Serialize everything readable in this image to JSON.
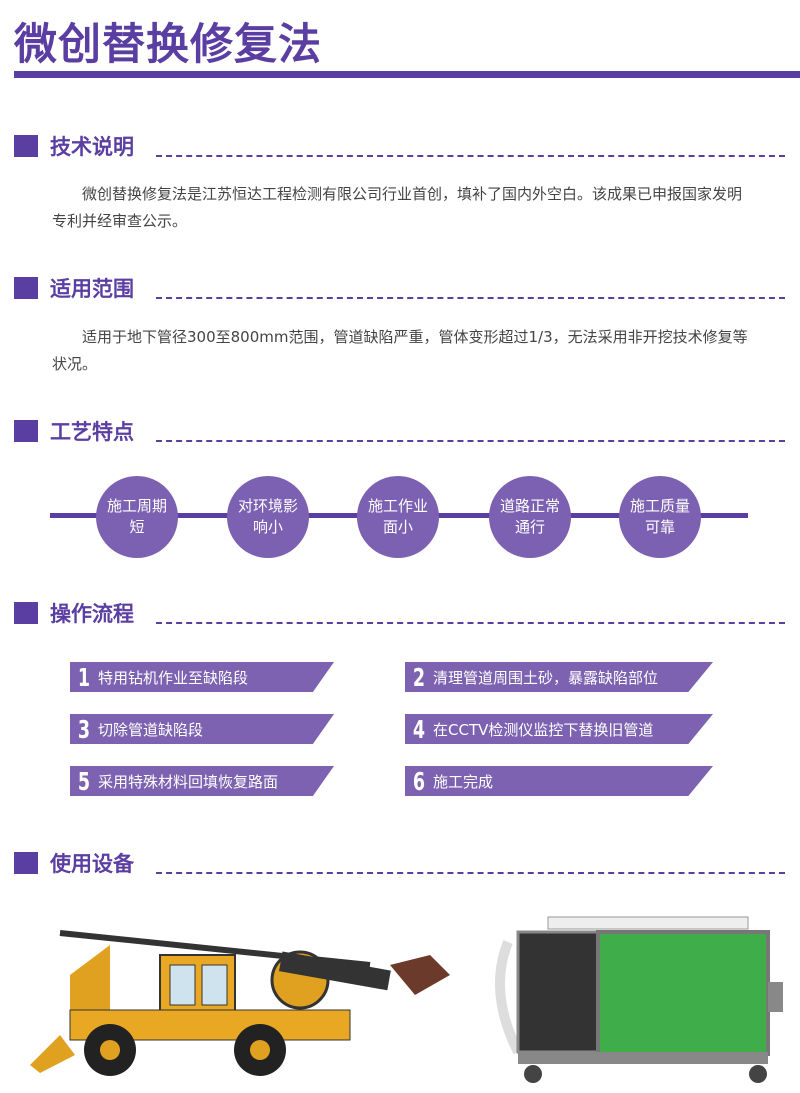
{
  "title": "微创替换修复法",
  "colors": {
    "accent": "#5b3ea2",
    "bar": "#7c62b0"
  },
  "sections": [
    {
      "heading": "技术说明",
      "text": "微创替换修复法是江苏恒达工程检测有限公司行业首创，填补了国内外空白。该成果已申报国家发明专利并经审查公示。"
    },
    {
      "heading": "适用范围",
      "text": "适用于地下管径300至800mm范围，管道缺陷严重，管体变形超过1/3，无法采用非开挖技术修复等状况。"
    },
    {
      "heading": "工艺特点",
      "features": [
        "施工周期短",
        "对环境影响小",
        "施工作业面小",
        "道路正常通行",
        "施工质量可靠"
      ]
    },
    {
      "heading": "操作流程",
      "steps": [
        {
          "num": "1",
          "label": "特用钻机作业至缺陷段"
        },
        {
          "num": "2",
          "label": "清理管道周围土砂，暴露缺陷部位"
        },
        {
          "num": "3",
          "label": "切除管道缺陷段"
        },
        {
          "num": "4",
          "label": "在CCTV检测仪监控下替换旧管道"
        },
        {
          "num": "5",
          "label": "采用特殊材料回填恢复路面"
        },
        {
          "num": "6",
          "label": "施工完成"
        }
      ]
    },
    {
      "heading": "使用设备",
      "images": [
        "drilling-rig-photo",
        "cctv-equipment-cart-photo"
      ]
    }
  ]
}
